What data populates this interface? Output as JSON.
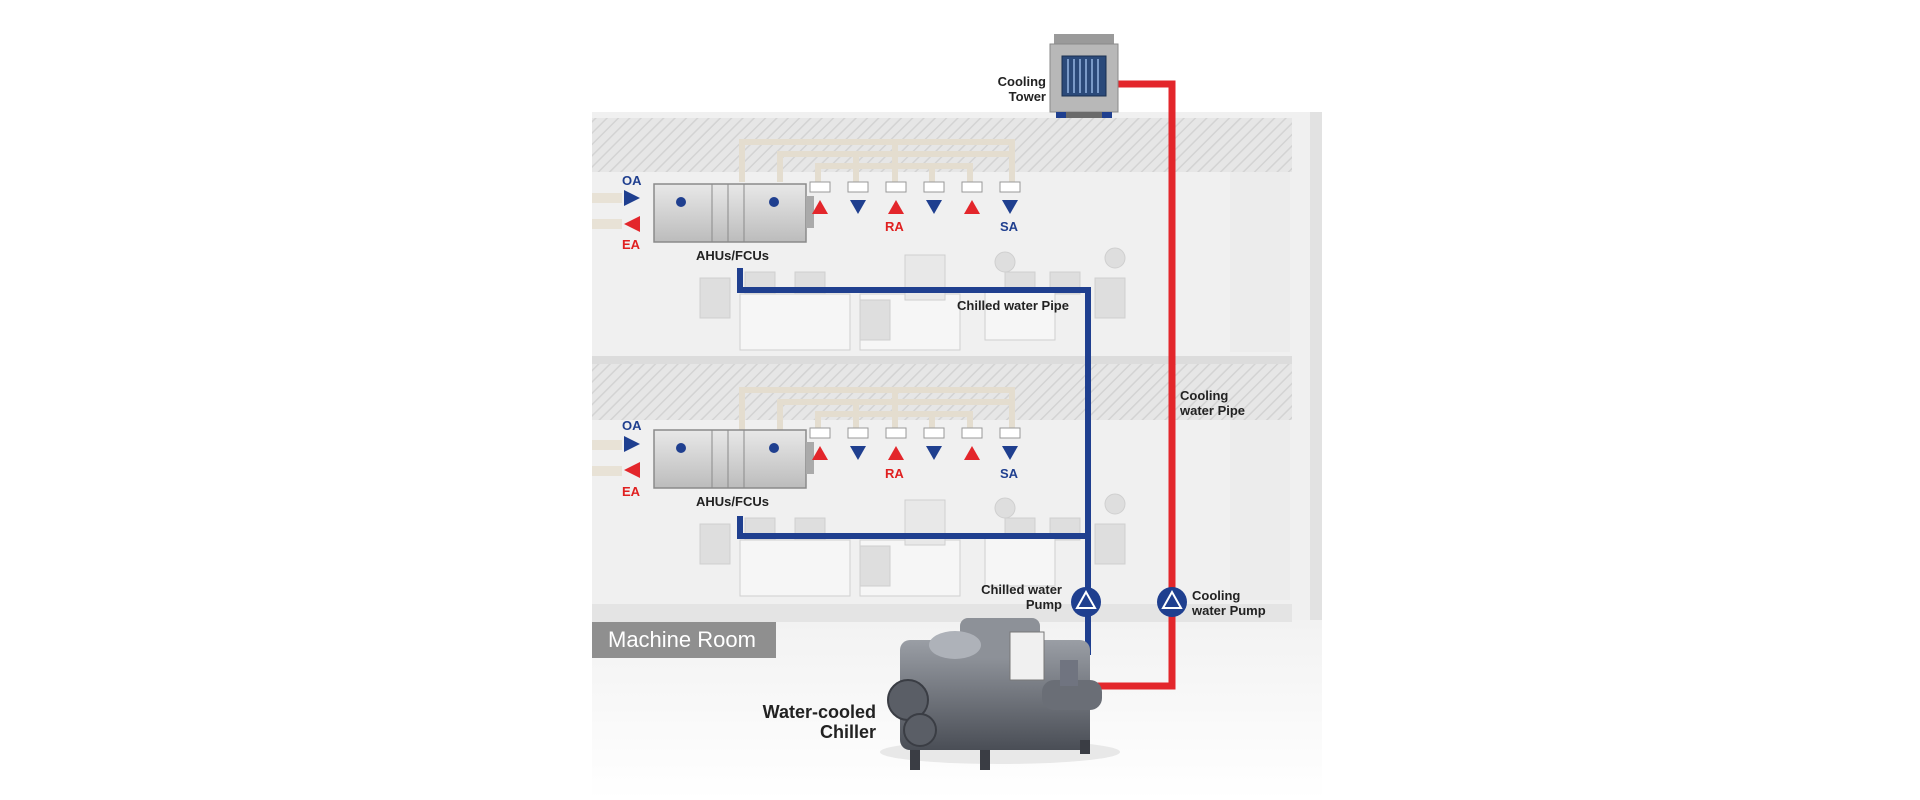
{
  "labels": {
    "cooling_tower": [
      "Cooling",
      "Tower"
    ],
    "oa": "OA",
    "ea": "EA",
    "ra": "RA",
    "sa": "SA",
    "ahu": "AHUs/FCUs",
    "chilled_water_pipe": "Chilled water Pipe",
    "cooling_water_pipe": [
      "Cooling",
      "water Pipe"
    ],
    "chilled_water_pump": [
      "Chilled water",
      "Pump"
    ],
    "cooling_water_pump": [
      "Cooling",
      "water Pump"
    ],
    "machine_room": "Machine Room",
    "chiller": [
      "Water-cooled",
      "Chiller"
    ]
  },
  "colors": {
    "chilled_pipe": "#1f3f8f",
    "cooling_pipe": "#e3262b",
    "supply_arrow": "#1f3f8f",
    "return_arrow": "#e3262b",
    "building": "#f1f1f1",
    "machine_room_bg": "#8f8f8f"
  }
}
